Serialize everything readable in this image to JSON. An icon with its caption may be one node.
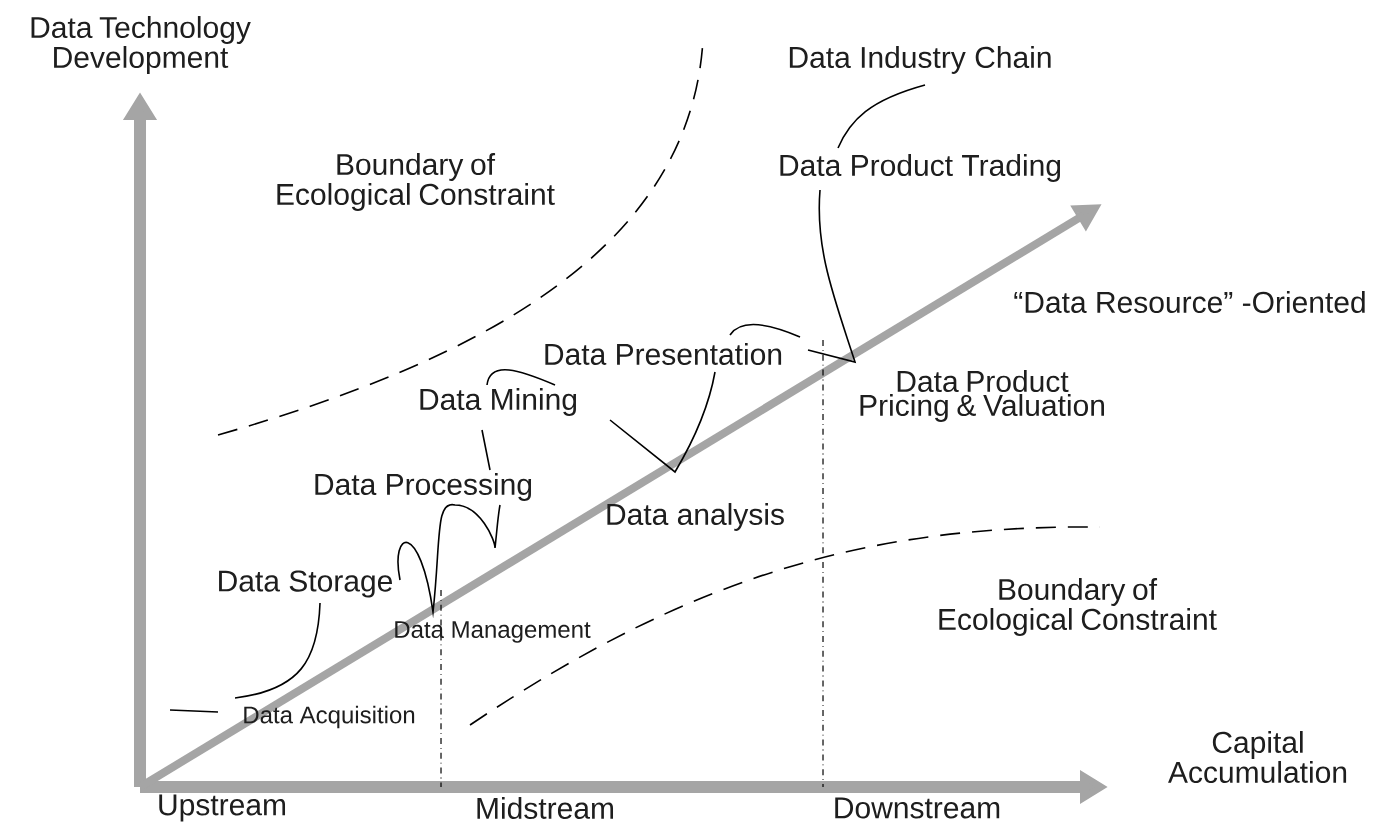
{
  "diagram": {
    "labels": [
      "Data Technology Development",
      "Data Industry Chain",
      "Boundary of Ecological Constraint",
      "Data Product Trading",
      "“Data Resource” -Oriented",
      "Data Presentation",
      "Data Product Pricing & Valuation",
      "Data Mining",
      "Data Processing",
      "Data analysis",
      "Boundary of Ecological Constraint",
      "Data Storage",
      "Data Management",
      "Data Acquisition",
      "Capital Accumulation",
      "Upstream",
      "Midstream",
      "Downstream"
    ]
  }
}
